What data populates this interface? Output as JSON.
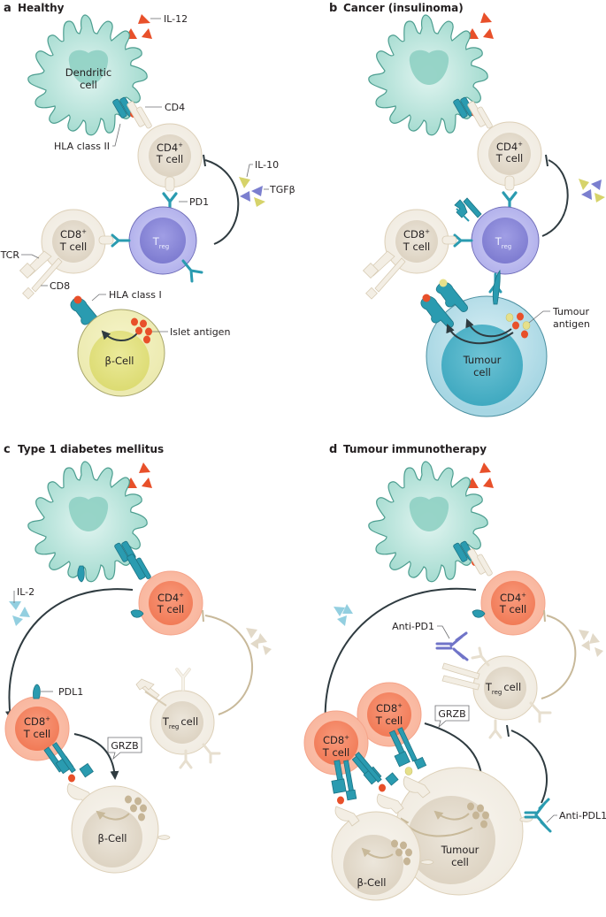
{
  "figure": {
    "panels": [
      {
        "letter": "a",
        "title": "Healthy",
        "labels": {
          "il12": "IL-12",
          "dendritic_line1": "Dendritic",
          "dendritic_line2": "cell",
          "cd4": "CD4",
          "hla2": "HLA class II",
          "cd4_cell_line1": "CD4",
          "cd4_cell_sup": "+",
          "cd4_cell_line2": "T cell",
          "il10": "IL-10",
          "tgfb": "TGFβ",
          "pd1": "PD1",
          "cd8_cell_line1": "CD8",
          "cd8_cell_sup": "+",
          "cd8_cell_line2": "T cell",
          "treg_main": "T",
          "treg_sub": "reg",
          "tcr": "TCR",
          "cd8": "CD8",
          "hla1": "HLA class I",
          "islet_antigen": "Islet antigen",
          "beta_cell": "β-Cell"
        }
      },
      {
        "letter": "b",
        "title": "Cancer (insulinoma)",
        "labels": {
          "cd4_cell_line1": "CD4",
          "cd4_cell_sup": "+",
          "cd4_cell_line2": "T cell",
          "cd8_cell_line1": "CD8",
          "cd8_cell_sup": "+",
          "cd8_cell_line2": "T cell",
          "treg_main": "T",
          "treg_sub": "reg",
          "tumour_antigen_line1": "Tumour",
          "tumour_antigen_line2": "antigen",
          "tumour_cell_line1": "Tumour",
          "tumour_cell_line2": "cell"
        }
      },
      {
        "letter": "c",
        "title": "Type 1 diabetes mellitus",
        "labels": {
          "il2": "IL-2",
          "cd4_cell_line1": "CD4",
          "cd4_cell_sup": "+",
          "cd4_cell_line2": "T cell",
          "pdl1": "PDL1",
          "cd8_cell_line1": "CD8",
          "cd8_cell_sup": "+",
          "cd8_cell_line2": "T cell",
          "grzb": "GRZB",
          "treg_main": "T",
          "treg_sub": "reg",
          "treg_suffix": "cell",
          "beta_cell": "β-Cell"
        }
      },
      {
        "letter": "d",
        "title": "Tumour immunotherapy",
        "labels": {
          "cd4_cell_line1": "CD4",
          "cd4_cell_sup": "+",
          "cd4_cell_line2": "T cell",
          "anti_pd1": "Anti-PD1",
          "treg_main": "T",
          "treg_sub": "reg",
          "treg_suffix": "cell",
          "cd8_cell_line1": "CD8",
          "cd8_cell_sup": "+",
          "cd8_cell_line2": "T cell",
          "grzb": "GRZB",
          "anti_pdl1": "Anti-PDL1",
          "tumour_cell_line1": "Tumour",
          "tumour_cell_line2": "cell",
          "beta_cell": "β-Cell"
        }
      }
    ],
    "colors": {
      "il12": "#e8502a",
      "il10": "#d6d36a",
      "tgfb": "#7b7fcf",
      "il2": "#93cfe0",
      "receptor": "#2a9bb0",
      "dendritic": "#a8ddd3",
      "treg": "#a9a8e6",
      "activated_t": "#f5886a",
      "resting_t": "#ece5d8",
      "beta_healthy": "#e6e58a",
      "tumour": "#5bb8cc",
      "anti_pd1": "#7074c8"
    }
  }
}
